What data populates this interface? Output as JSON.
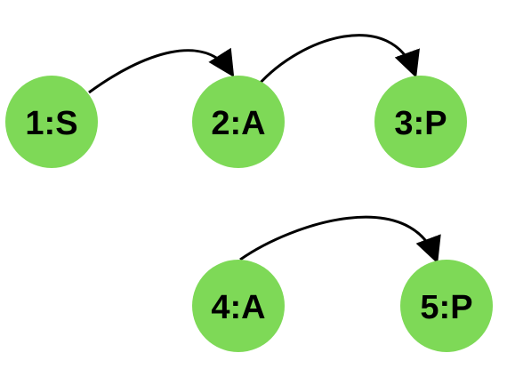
{
  "diagram": {
    "node_color": "#7ed957",
    "edge_color": "#000000",
    "nodes": [
      {
        "id": "n1",
        "label": "1:S"
      },
      {
        "id": "n2",
        "label": "2:A"
      },
      {
        "id": "n3",
        "label": "3:P"
      },
      {
        "id": "n4",
        "label": "4:A"
      },
      {
        "id": "n5",
        "label": "5:P"
      }
    ],
    "edges": [
      {
        "from": "n1",
        "to": "n2"
      },
      {
        "from": "n2",
        "to": "n3"
      },
      {
        "from": "n4",
        "to": "n5"
      }
    ]
  }
}
